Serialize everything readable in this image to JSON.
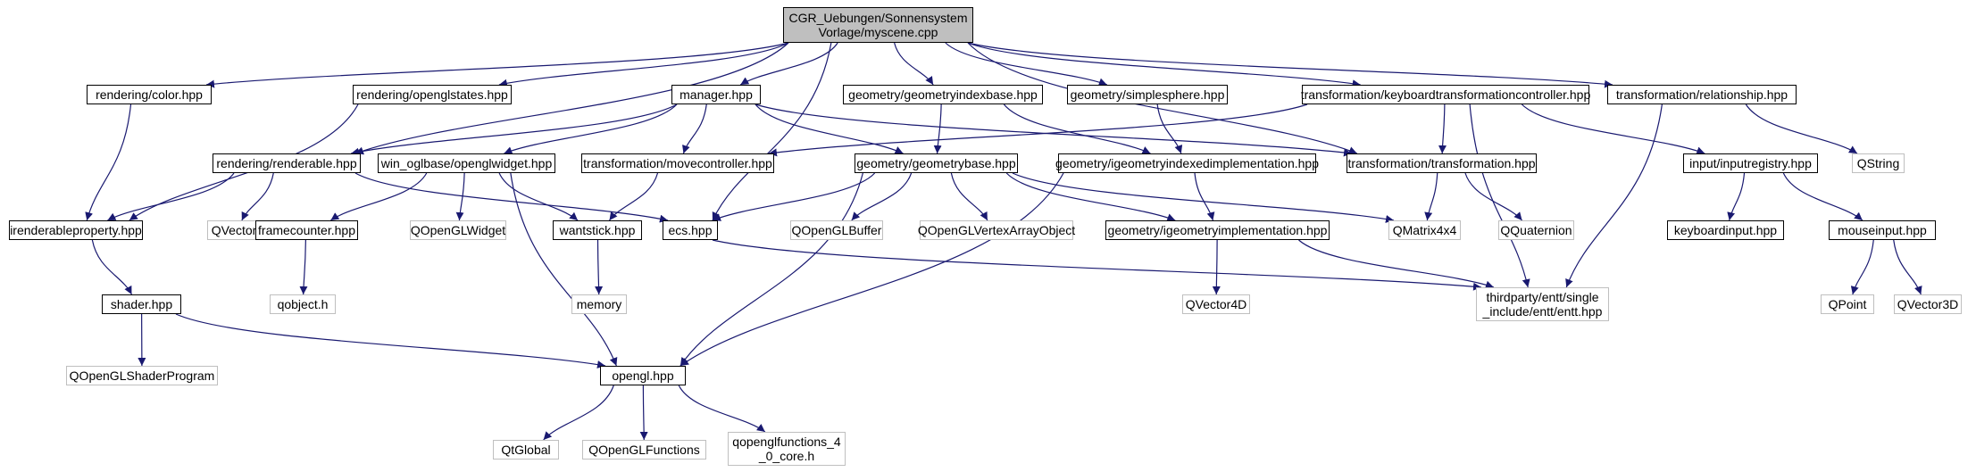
{
  "diagram": {
    "type": "include-dependency-graph",
    "colors": {
      "edge": "#191970",
      "internal_border": "#000000",
      "external_border": "#bfbfbf",
      "root_fill": "#bfbfbf"
    },
    "nodes": {
      "root": {
        "label": "CGR_Uebungen/Sonnensystem\nVorlage/myscene.cpp",
        "kind": "root"
      },
      "color": {
        "label": "rendering/color.hpp",
        "kind": "internal"
      },
      "oglstates": {
        "label": "rendering/openglstates.hpp",
        "kind": "internal"
      },
      "manager": {
        "label": "manager.hpp",
        "kind": "internal"
      },
      "gib": {
        "label": "geometry/geometryindexbase.hpp",
        "kind": "internal"
      },
      "sphere": {
        "label": "geometry/simplesphere.hpp",
        "kind": "internal"
      },
      "ktc": {
        "label": "transformation/keyboardtransformationcontroller.hpp",
        "kind": "internal"
      },
      "rel": {
        "label": "transformation/relationship.hpp",
        "kind": "internal"
      },
      "renderable": {
        "label": "rendering/renderable.hpp",
        "kind": "internal"
      },
      "oglwidget": {
        "label": "win_oglbase/openglwidget.hpp",
        "kind": "internal"
      },
      "movectl": {
        "label": "transformation/movecontroller.hpp",
        "kind": "internal"
      },
      "gbase": {
        "label": "geometry/geometrybase.hpp",
        "kind": "internal"
      },
      "giimpl": {
        "label": "geometry/igeometryindexedimplementation.hpp",
        "kind": "internal"
      },
      "trans": {
        "label": "transformation/transformation.hpp",
        "kind": "internal"
      },
      "qstring": {
        "label": "QString",
        "kind": "external"
      },
      "inputreg": {
        "label": "input/inputregistry.hpp",
        "kind": "internal"
      },
      "irprop": {
        "label": "irenderableproperty.hpp",
        "kind": "internal"
      },
      "qvector": {
        "label": "QVector",
        "kind": "external"
      },
      "fcount": {
        "label": "framecounter.hpp",
        "kind": "internal"
      },
      "qoglwidget": {
        "label": "QOpenGLWidget",
        "kind": "external"
      },
      "wantstick": {
        "label": "wantstick.hpp",
        "kind": "internal"
      },
      "ecs": {
        "label": "ecs.hpp",
        "kind": "internal"
      },
      "qoglbuffer": {
        "label": "QOpenGLBuffer",
        "kind": "external"
      },
      "qoglvao": {
        "label": "QOpenGLVertexArrayObject",
        "kind": "external"
      },
      "gimpl": {
        "label": "geometry/igeometryimplementation.hpp",
        "kind": "internal"
      },
      "qmatrix": {
        "label": "QMatrix4x4",
        "kind": "external"
      },
      "qquat": {
        "label": "QQuaternion",
        "kind": "external"
      },
      "kbinput": {
        "label": "keyboardinput.hpp",
        "kind": "internal"
      },
      "mouseinput": {
        "label": "mouseinput.hpp",
        "kind": "internal"
      },
      "shader": {
        "label": "shader.hpp",
        "kind": "internal"
      },
      "qobject": {
        "label": "qobject.h",
        "kind": "external"
      },
      "memory": {
        "label": "memory",
        "kind": "external"
      },
      "qvector4d": {
        "label": "QVector4D",
        "kind": "external"
      },
      "entt": {
        "label": "thirdparty/entt/single\n_include/entt/entt.hpp",
        "kind": "external"
      },
      "qpoint": {
        "label": "QPoint",
        "kind": "external"
      },
      "qvector3d": {
        "label": "QVector3D",
        "kind": "external"
      },
      "qoglshader": {
        "label": "QOpenGLShaderProgram",
        "kind": "external"
      },
      "opengl": {
        "label": "opengl.hpp",
        "kind": "internal"
      },
      "qtglobal": {
        "label": "QtGlobal",
        "kind": "external"
      },
      "qoglfuncs": {
        "label": "QOpenGLFunctions",
        "kind": "external"
      },
      "qoglfuncs40": {
        "label": "qopenglfunctions_4\n_0_core.h",
        "kind": "external"
      }
    },
    "edges": [
      [
        "root",
        "color"
      ],
      [
        "root",
        "oglstates"
      ],
      [
        "root",
        "manager"
      ],
      [
        "root",
        "gib"
      ],
      [
        "root",
        "sphere"
      ],
      [
        "root",
        "ktc"
      ],
      [
        "root",
        "rel"
      ],
      [
        "root",
        "renderable"
      ],
      [
        "root",
        "ecs"
      ],
      [
        "root",
        "trans"
      ],
      [
        "color",
        "irprop"
      ],
      [
        "oglstates",
        "irprop"
      ],
      [
        "manager",
        "renderable"
      ],
      [
        "manager",
        "oglwidget"
      ],
      [
        "manager",
        "movectl"
      ],
      [
        "manager",
        "gbase"
      ],
      [
        "manager",
        "trans"
      ],
      [
        "gib",
        "gbase"
      ],
      [
        "gib",
        "giimpl"
      ],
      [
        "sphere",
        "giimpl"
      ],
      [
        "ktc",
        "movectl"
      ],
      [
        "ktc",
        "trans"
      ],
      [
        "ktc",
        "inputreg"
      ],
      [
        "ktc",
        "entt"
      ],
      [
        "rel",
        "qstring"
      ],
      [
        "rel",
        "entt"
      ],
      [
        "renderable",
        "irprop"
      ],
      [
        "renderable",
        "qvector"
      ],
      [
        "renderable",
        "ecs"
      ],
      [
        "oglwidget",
        "fcount"
      ],
      [
        "oglwidget",
        "qoglwidget"
      ],
      [
        "oglwidget",
        "wantstick"
      ],
      [
        "oglwidget",
        "opengl"
      ],
      [
        "movectl",
        "wantstick"
      ],
      [
        "gbase",
        "ecs"
      ],
      [
        "gbase",
        "qoglbuffer"
      ],
      [
        "gbase",
        "qoglvao"
      ],
      [
        "gbase",
        "gimpl"
      ],
      [
        "gbase",
        "qmatrix"
      ],
      [
        "gbase",
        "opengl"
      ],
      [
        "giimpl",
        "gimpl"
      ],
      [
        "giimpl",
        "opengl"
      ],
      [
        "trans",
        "qmatrix"
      ],
      [
        "trans",
        "qquat"
      ],
      [
        "inputreg",
        "kbinput"
      ],
      [
        "inputreg",
        "mouseinput"
      ],
      [
        "irprop",
        "shader"
      ],
      [
        "fcount",
        "qobject"
      ],
      [
        "wantstick",
        "memory"
      ],
      [
        "ecs",
        "entt"
      ],
      [
        "gimpl",
        "qvector4d"
      ],
      [
        "gimpl",
        "entt"
      ],
      [
        "mouseinput",
        "qpoint"
      ],
      [
        "mouseinput",
        "qvector3d"
      ],
      [
        "shader",
        "qoglshader"
      ],
      [
        "shader",
        "opengl"
      ],
      [
        "opengl",
        "qtglobal"
      ],
      [
        "opengl",
        "qoglfuncs"
      ],
      [
        "opengl",
        "qoglfuncs40"
      ]
    ]
  }
}
